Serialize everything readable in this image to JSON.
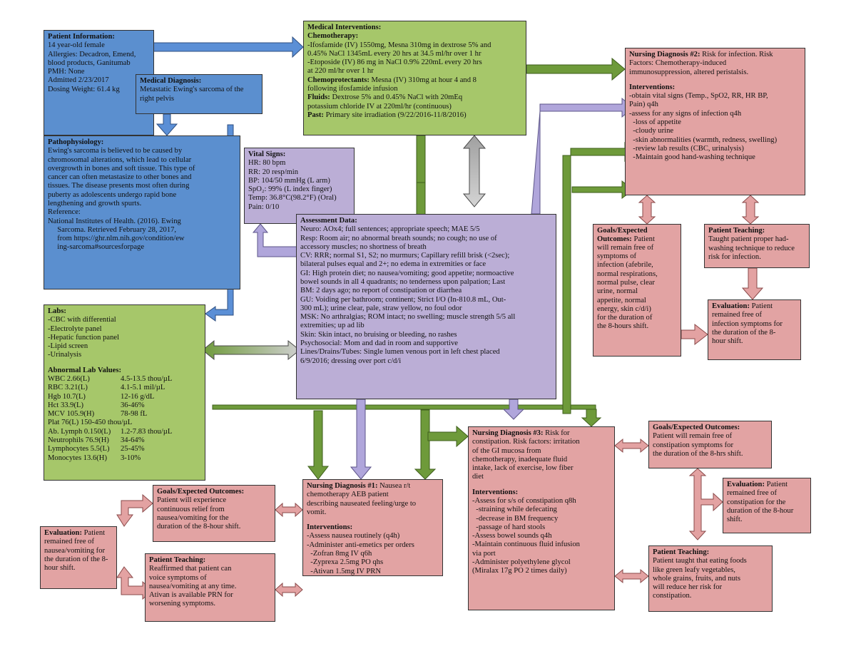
{
  "patient_info": {
    "title": "Patient Information:",
    "lines": [
      "14 year-old female",
      "Allergies: Decadron, Emend,",
      "blood products, Ganitumab",
      "PMH: None",
      "Admitted 2/23/2017",
      "Dosing Weight: 61.4 kg"
    ]
  },
  "medical_diagnosis": {
    "title": "Medical Diagnosis:",
    "lines": [
      "Metastatic Ewing's sarcoma of the",
      "right pelvis"
    ]
  },
  "pathophysiology": {
    "title": "Pathophysiology:",
    "lines": [
      "Ewing's sarcoma is believed to be caused by",
      "chromosomal alterations, which lead to cellular",
      "overgrowth in bones and soft tissue. This type of",
      "cancer can often metastasize to other bones and",
      "tissues. The disease presents most often during",
      "puberty as adolescents undergo rapid bone",
      "lengthening and growth spurts.",
      "Reference:",
      "National Institutes of Health. (2016). Ewing",
      "     Sarcoma. Retrieved February 28, 2017,",
      "     from https://ghr.nlm.nih.gov/condition/ew",
      "     ing-sarcoma#sourcesforpage"
    ]
  },
  "labs": {
    "title": "Labs:",
    "lines": [
      "-CBC with differential",
      "-Electrolyte panel",
      "-Hepatic function panel",
      "-Lipid screen",
      "-Urinalysis"
    ],
    "abnormal_title": "Abnormal Lab Values:",
    "abnormal": [
      {
        "name": "WBC 2.66(L)",
        "range": "4.5-13.5 thou/µL"
      },
      {
        "name": "RBC 3.21(L)",
        "range": "4.1-5.1 mil/µL"
      },
      {
        "name": "Hgb 10.7(L)",
        "range": "12-16 g/dL"
      },
      {
        "name": "Hct 33.9(L)",
        "range": "36-46%"
      },
      {
        "name": "MCV 105.9(H)",
        "range": "78-98 fL"
      },
      {
        "name": "Plat 76(L) 150-450 thou/µL",
        "range": ""
      },
      {
        "name": "Ab. Lymph 0.150(L)",
        "range": "1.2-7.83 thou/µL"
      },
      {
        "name": "Neutrophils 76.9(H)",
        "range": "34-64%"
      },
      {
        "name": "Lymphocytes 5.5(L)",
        "range": "25-45%"
      },
      {
        "name": "Monocytes 13.6(H)",
        "range": "3-10%"
      }
    ]
  },
  "medical_interventions": {
    "title": "Medical Interventions:",
    "chemo_title": "Chemotherapy:",
    "chemo_lines": [
      "-Ifosfamide (IV) 1550mg, Mesna 310mg in dextrose 5% and",
      "0.45% NaCl 1345mL every 20 hrs at 34.5 ml/hr over 1 hr",
      "-Etoposide (IV) 86 mg in NaCl 0.9% 220mL every 20 hrs",
      "at 220 ml/hr over 1 hr"
    ],
    "chemoprotectants_label": "Chemoprotectants:",
    "chemoprotectants_text": " Mesna (IV) 310mg at hour 4 and 8",
    "chemoprotectants_cont": "following ifosfamide infusion",
    "fluids_label": "Fluids:",
    "fluids_text": " Dextrose 5% and 0.45% NaCl with 20mEq",
    "fluids_cont": "potassium chloride IV at 220ml/hr (continuous)",
    "past_label": "Past:",
    "past_text": " Primary site irradiation (9/22/2016-11/8/2016)"
  },
  "vital_signs": {
    "title": "Vital Signs:",
    "lines": [
      "HR: 80 bpm",
      "RR: 20 resp/min",
      "BP: 104/50 mmHg (L arm)",
      "SpO₂: 99% (L index finger)",
      "Temp: 36.8°C(98.2°F) (Oral)",
      "Pain: 0/10"
    ]
  },
  "assessment": {
    "title": "Assessment Data:",
    "lines": [
      "Neuro: AOx4; full sentences; appropriate speech; MAE 5/5",
      "Resp: Room air; no abnormal breath sounds; no cough; no use of",
      "accessory muscles; no shortness of breath",
      "CV: RRR; normal S1, S2; no murmurs; Capillary refill brisk (<2sec);",
      "bilateral pulses equal and 2+; no edema in extremities or face",
      "GI: High protein diet; no nausea/vomiting; good appetite; normoactive",
      "bowel sounds in all 4 quadrants; no tenderness upon palpation; Last",
      "BM: 2 days ago; no report of constipation or diarrhea",
      "GU: Voiding per bathroom; continent; Strict I/O (In-810.8 mL, Out-",
      "300 mL); urine clear, pale, straw yellow, no foul odor",
      "MSK: No arthralgias; ROM intact; no swelling; muscle strength 5/5 all",
      "extremities; up ad lib",
      "Skin: Skin intact, no bruising or bleeding, no rashes",
      "Psychosocial: Mom and dad in room and supportive",
      "Lines/Drains/Tubes: Single lumen venous port in left chest placed",
      "6/9/2016; dressing over port c/d/i"
    ]
  },
  "nd2": {
    "title": "Nursing Diagnosis #2:",
    "text": " Risk for infection. Risk",
    "lines": [
      "Factors: Chemotherapy-induced",
      "immunosuppression, altered peristalsis."
    ],
    "interventions_title": "Interventions:",
    "interventions": [
      "-obtain vital signs (Temp., SpO2, RR, HR BP,",
      "Pain) q4h",
      "-assess for any signs of infection q4h",
      "  -loss of appetite",
      "  -cloudy urine",
      "  -skin abnormalities (warmth, redness, swelling)",
      "  -review lab results (CBC, urinalysis)",
      "  -Maintain good hand-washing technique"
    ]
  },
  "goals2": {
    "title_lines": [
      "Goals/Expected",
      "Outcomes:"
    ],
    "text": " Patient",
    "lines": [
      "will remain free of",
      "symptoms of",
      "infection (afebrile,",
      "normal respirations,",
      "normal pulse, clear",
      "urine, normal",
      "appetite, normal",
      "energy, skin c/d/i)",
      "for the duration of",
      "the 8-hours shift."
    ]
  },
  "teach2": {
    "title": "Patient Teaching:",
    "lines": [
      "Taught patient proper had-",
      "washing technique to reduce",
      "risk for infection."
    ]
  },
  "eval2": {
    "title": "Evaluation:",
    "text": " Patient",
    "lines": [
      "remained free of",
      "infection symptoms for",
      "the duration of the 8-",
      "hour shift."
    ]
  },
  "nd1": {
    "title": "Nursing Diagnosis #1:",
    "text": " Nausea r/t",
    "lines": [
      "chemotherapy AEB patient",
      "describing nauseated feeling/urge to",
      "vomit."
    ],
    "interventions_title": "Interventions:",
    "interventions": [
      "-Assess nausea routinely (q4h)",
      "-Administer anti-emetics per orders",
      "  -Zofran 8mg IV q6h",
      "  -Zyprexa 2.5mg PO qhs",
      "  -Ativan 1.5mg IV PRN"
    ]
  },
  "goals1": {
    "title": "Goals/Expected Outcomes:",
    "lines": [
      "Patient will experience",
      "continuous relief from",
      "nausea/vomiting for the",
      "duration of the 8-hour shift."
    ]
  },
  "teach1": {
    "title": "Patient Teaching:",
    "lines": [
      "Reaffirmed that patient can",
      "voice symptoms of",
      "nausea/vomiting at any time.",
      "Ativan is available PRN for",
      "worsening symptoms."
    ]
  },
  "eval1": {
    "title": "Evaluation:",
    "text": " Patient",
    "lines": [
      "remained free of",
      "nausea/vomiting for",
      "the duration of the 8-",
      "hour shift."
    ]
  },
  "nd3": {
    "title": "Nursing Diagnosis #3:",
    "text": " Risk for",
    "lines": [
      "constipation. Risk factors: irritation",
      "of the GI mucosa from",
      "chemotherapy, inadequate fluid",
      "intake, lack of exercise, low fiber",
      "diet"
    ],
    "interventions_title": "Interventions:",
    "interventions": [
      "-Assess for s/s of constipation q8h",
      "  -straining while defecating",
      "  -decrease in BM frequency",
      "  -passage of hard stools",
      "-Assess bowel sounds q4h",
      "-Maintain continuous fluid infusion",
      "via port",
      "-Administer polyethylene glycol",
      "(Miralax 17g PO 2 times daily)"
    ]
  },
  "goals3": {
    "title": "Goals/Expected Outcomes:",
    "lines": [
      "Patient will remain free of",
      "constipation symptoms for",
      "the duration of the 8-hrs shift."
    ]
  },
  "eval3": {
    "title": "Evaluation:",
    "text": " Patient",
    "lines": [
      "remained free of",
      "constipation for the",
      "duration of the 8-hour",
      "shift."
    ]
  },
  "teach3": {
    "title": "Patient Teaching:",
    "lines": [
      "Patient taught that eating foods",
      "like green leafy vegetables,",
      "whole grains, fruits, and nuts",
      "will reduce her risk for",
      "constipation."
    ]
  },
  "colors": {
    "blue_box": "#5b8fcf",
    "green_box": "#a6c76a",
    "purple_box": "#bbaed6",
    "red_box": "#e2a3a3",
    "blue_arrow": "#5b8fd6",
    "green_arrow": "#6e9a3a",
    "purple_arrow": "#b0a6db",
    "red_arrow": "#e3a2a2"
  }
}
